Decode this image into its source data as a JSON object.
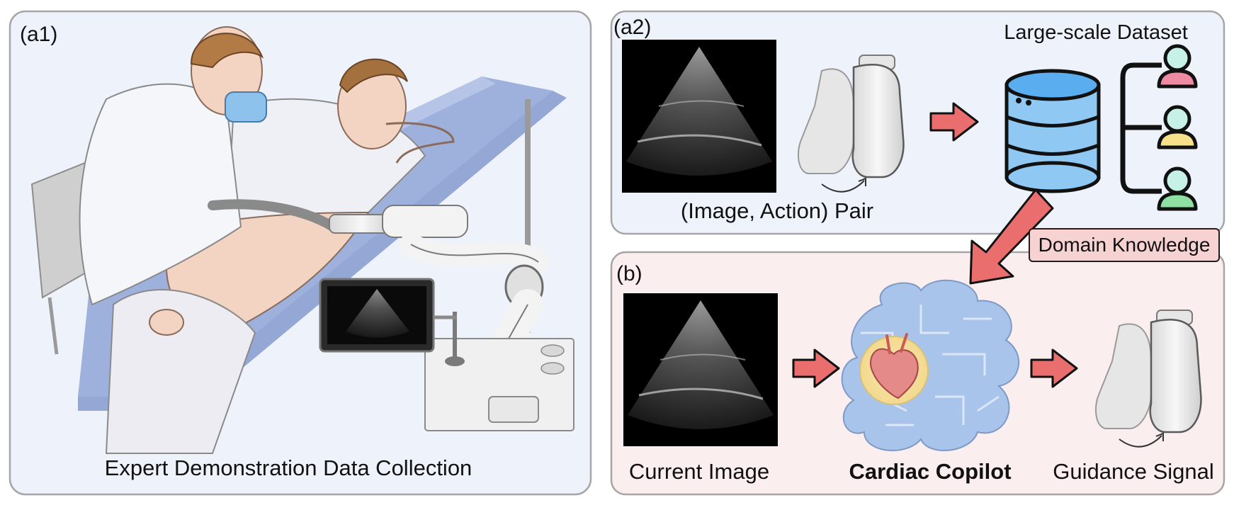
{
  "panel_a1": {
    "tag": "(a1)",
    "caption": "Expert Demonstration Data Collection"
  },
  "panel_a2": {
    "tag": "(a2)",
    "pair_caption": "(Image, Action) Pair",
    "dataset_caption": "Large-scale Dataset"
  },
  "domain_knowledge": "Domain Knowledge",
  "panel_b": {
    "tag": "(b)",
    "current_image": "Current Image",
    "model_name": "Cardiac Copilot",
    "guidance": "Guidance Signal"
  },
  "colors": {
    "panel_a_bg": "#eef3fb",
    "panel_b_bg": "#fbeeee",
    "arrow_red": "#ea6e6e",
    "db_blue": "#8ec8f3",
    "user_pink": "#ef8aa3",
    "user_yellow": "#f7e08a",
    "user_green": "#8ee0a3"
  }
}
